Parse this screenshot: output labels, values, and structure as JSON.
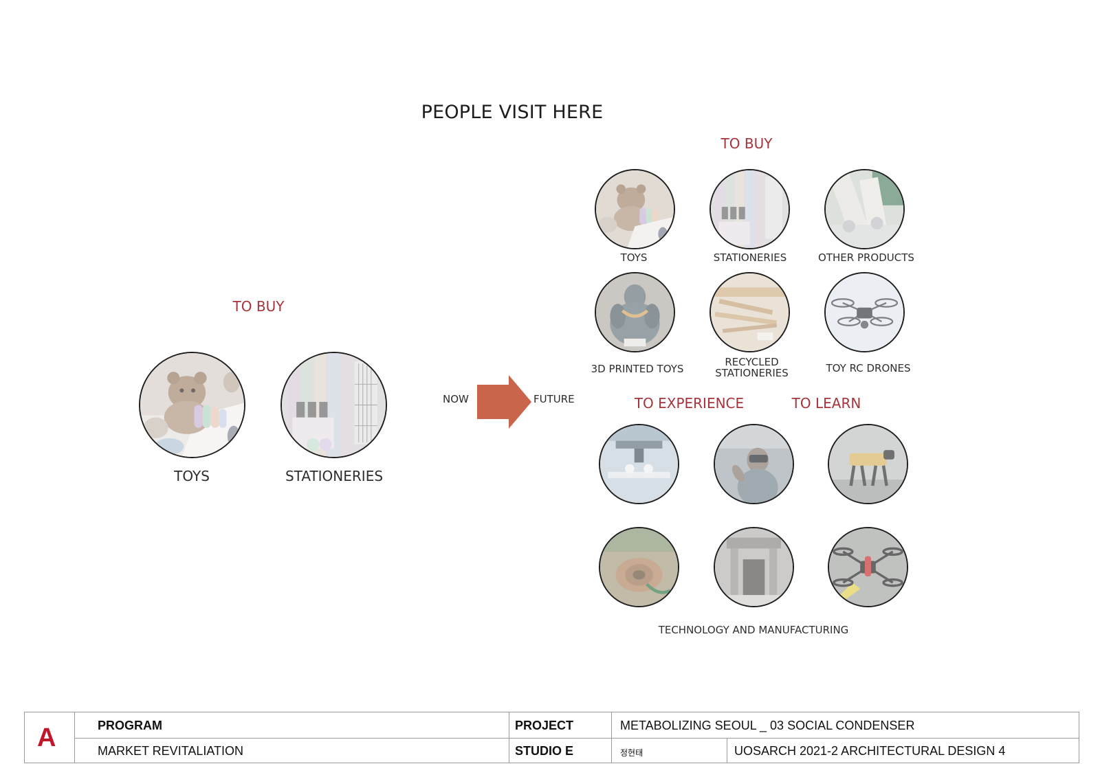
{
  "title": "PEOPLE VISIT HERE",
  "now_section": {
    "heading": "TO BUY",
    "items": [
      {
        "label": "TOYS",
        "icon": "toys-photo"
      },
      {
        "label": "STATIONERIES",
        "icon": "stationeries-photo"
      }
    ]
  },
  "transition": {
    "from_label": "NOW",
    "to_label": "FUTURE",
    "arrow_color": "#c8654a"
  },
  "future_section": {
    "buy_heading": "TO BUY",
    "buy_items": [
      {
        "label": "TOYS"
      },
      {
        "label": "STATIONERIES"
      },
      {
        "label": "OTHER PRODUCTS"
      },
      {
        "label": "3D PRINTED TOYS"
      },
      {
        "label_line1": "RECYCLED",
        "label_line2": "STATIONERIES"
      },
      {
        "label": "TOY RC DRONES"
      }
    ],
    "experience_heading": "TO EXPERIENCE",
    "learn_heading": "TO LEARN",
    "tech_caption": "TECHNOLOGY AND MANUFACTURING"
  },
  "title_block": {
    "logo_letter": "A",
    "logo_color": "#c0182b",
    "program_label": "PROGRAM",
    "program_value": "MARKET REVITALIATION",
    "project_label": "PROJECT",
    "project_value": "METABOLIZING SEOUL _ 03 SOCIAL CONDENSER",
    "studio_label": "STUDIO E",
    "author": "정현태",
    "course": "UOSARCH 2021-2 ARCHITECTURAL DESIGN 4"
  },
  "colors": {
    "heading_red": "#a5343b",
    "circle_border": "#1e1e1e"
  }
}
